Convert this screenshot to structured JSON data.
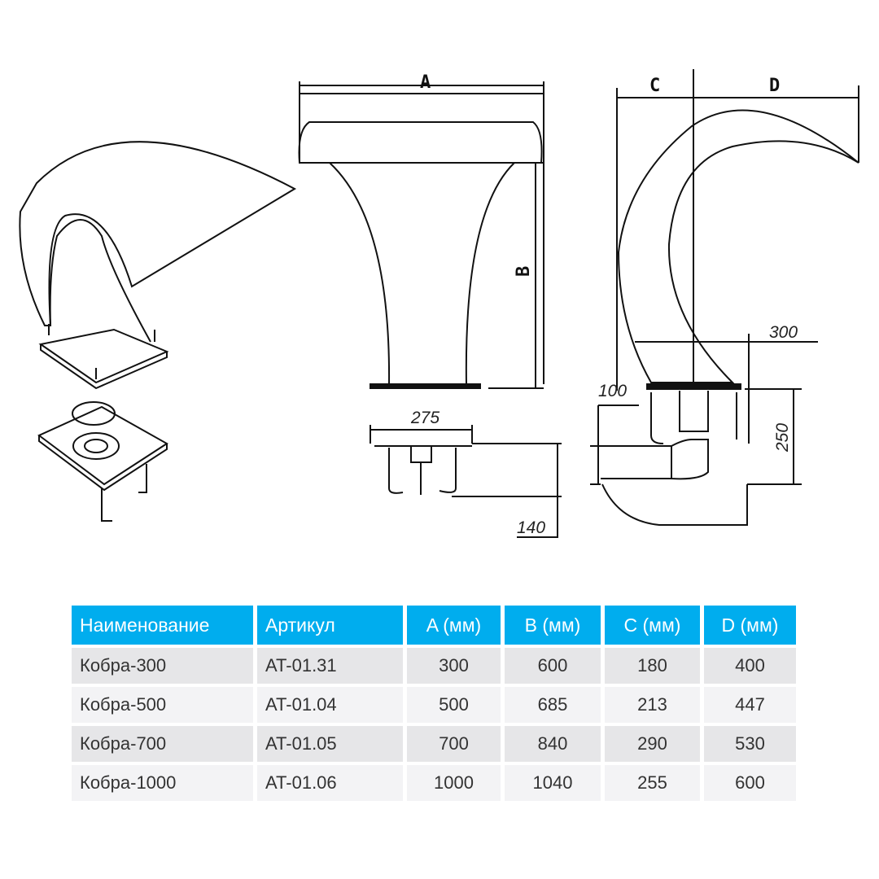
{
  "diagram": {
    "labels": {
      "a": "A",
      "b": "B",
      "c": "C",
      "d": "D"
    },
    "dimensions": {
      "base_width": "275",
      "anchor_depth": "140",
      "plate_width": "300",
      "offset": "100",
      "install_depth": "250"
    }
  },
  "table": {
    "headers": [
      "Наименование",
      "Артикул",
      "A (мм)",
      "B (мм)",
      "C (мм)",
      "D (мм)"
    ],
    "rows": [
      [
        "Кобра-300",
        "AT-01.31",
        "300",
        "600",
        "180",
        "400"
      ],
      [
        "Кобра-500",
        "AT-01.04",
        "500",
        "685",
        "213",
        "447"
      ],
      [
        "Кобра-700",
        "AT-01.05",
        "700",
        "840",
        "290",
        "530"
      ],
      [
        "Кобра-1000",
        "AT-01.06",
        "1000",
        "1040",
        "255",
        "600"
      ]
    ]
  }
}
